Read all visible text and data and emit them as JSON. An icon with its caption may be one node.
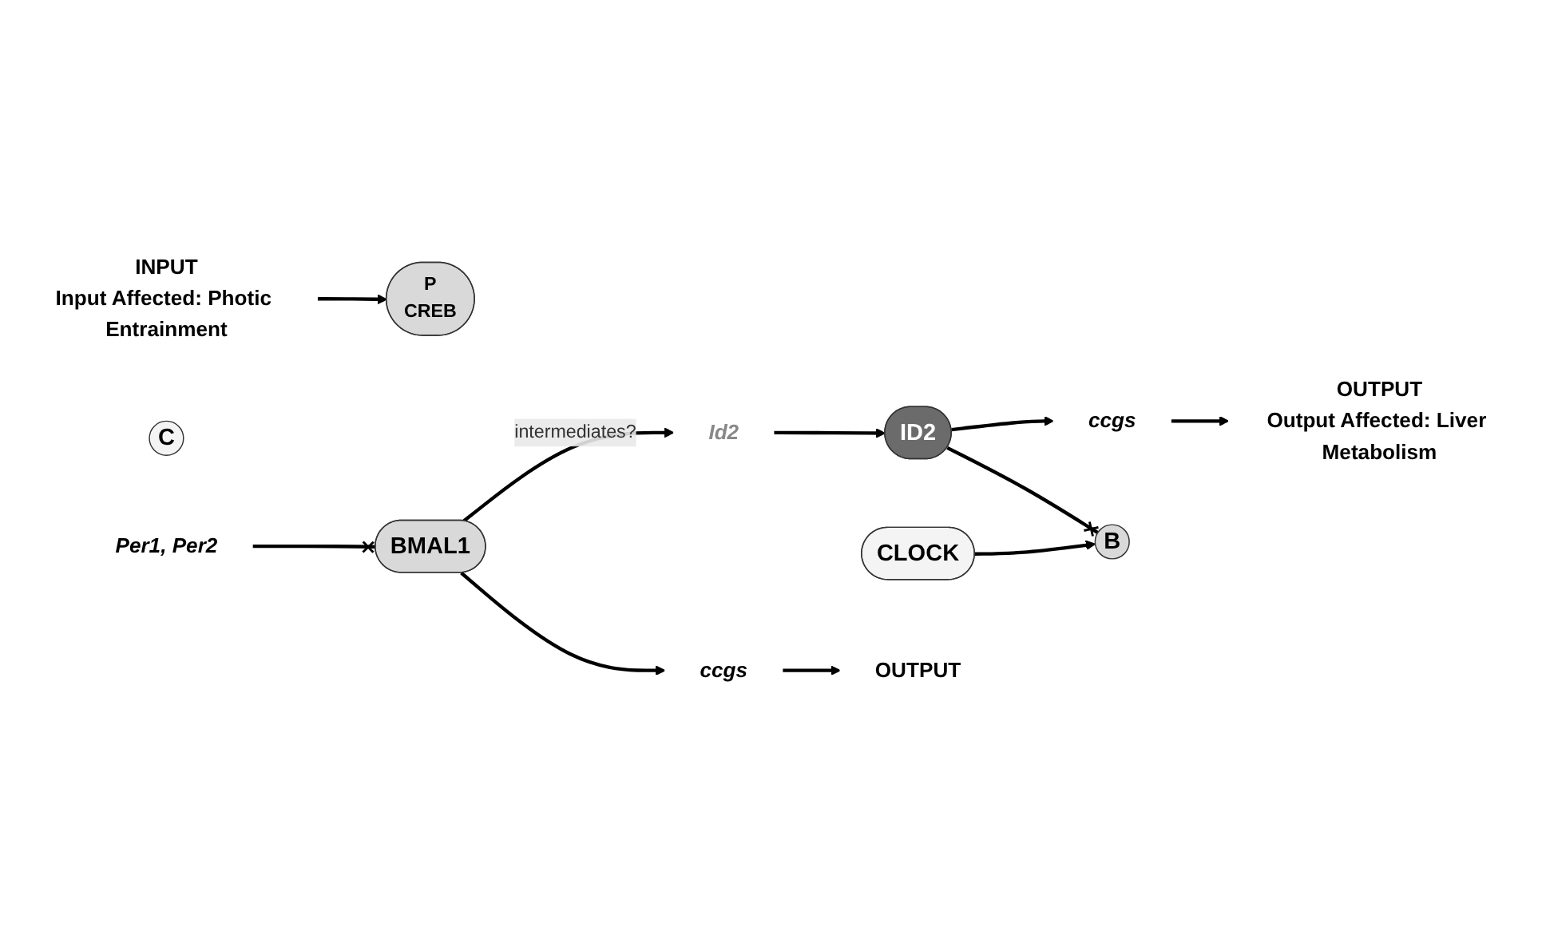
{
  "diagram": {
    "nodes": [
      {
        "text": [
          "ID2"
        ]
      },
      {
        "text": [
          "ccgs"
        ]
      },
      {
        "text": [
          "OUTPUT",
          "Output Affected: Liver Metabolism"
        ]
      },
      {
        "text": [
          "INPUT",
          "Input Affected: Photic Entrainment"
        ]
      },
      {
        "text": [
          "P",
          "CREB"
        ]
      },
      {
        "text": [
          "C"
        ]
      },
      {
        "text": [
          "B"
        ]
      },
      {
        "text": [
          "Per1, Per2"
        ]
      },
      {
        "text": [
          "Id2"
        ]
      },
      {
        "text": [
          "CLOCK"
        ]
      },
      {
        "text": [
          "BMAL1"
        ]
      },
      {
        "text": [
          "ccgs"
        ]
      },
      {
        "text": [
          "OUTPUT"
        ]
      }
    ],
    "edges": [
      {
        "from": 0,
        "to": 1,
        "arrow": "to"
      },
      {
        "from": 1,
        "to": 2,
        "arrow": "to"
      },
      {
        "from": 0,
        "to": 6,
        "arrow": "other"
      },
      {
        "from": 3,
        "to": 4,
        "arrow": "to"
      },
      {
        "from": 7,
        "to": 10,
        "arrow": "other"
      },
      {
        "from": 9,
        "to": 6,
        "arrow": "to"
      },
      {
        "from": 10,
        "to": 8,
        "label": "intermediates?",
        "arrow": "to"
      },
      {
        "from": 8,
        "to": 0,
        "arrow": "to"
      },
      {
        "from": 10,
        "to": 11,
        "arrow": "to"
      },
      {
        "from": 11,
        "to": 12,
        "arrow": "to"
      }
    ]
  }
}
